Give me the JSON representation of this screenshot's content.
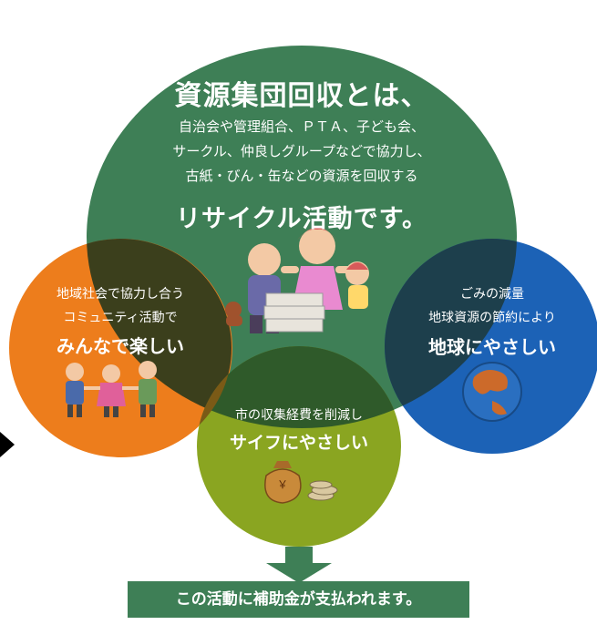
{
  "colors": {
    "main_circle": "#3e7f56",
    "left_circle": "#ed7d1c",
    "right_circle": "#1c62b6",
    "bottom_circle": "#8aa521",
    "overlap_dark": "#2f3a1a",
    "banner": "#3e7f56",
    "arrow": "#3e7f56"
  },
  "main": {
    "title": "資源集団回収とは、",
    "line1": "自治会や管理組合、ＰＴＡ、子ども会、",
    "line2": "サークル、仲良しグループなどで協力し、",
    "line3": "古紙・びん・缶などの資源を回収する",
    "highlight": "リサイクル活動です。",
    "illustration": "family-with-recyclables-illustration"
  },
  "left": {
    "line1": "地域社会で協力し合う",
    "line2": "コミュニティ活動で",
    "highlight": "みんなで楽しい",
    "illustration": "people-holding-hands-illustration"
  },
  "right": {
    "line1": "ごみの減量",
    "line2": "地球資源の節約により",
    "highlight": "地球にやさしい",
    "illustration": "globe-icon"
  },
  "bottom": {
    "line1": "市の収集経費を削減し",
    "highlight": "サイフにやさしい",
    "illustration": "money-bag-and-coins-icon",
    "money_bag_mark": "￥"
  },
  "footer": {
    "arrow": "down-arrow-icon",
    "banner_text": "この活動に補助金が支払われます。"
  },
  "side_pointer": "play-triangle-icon"
}
